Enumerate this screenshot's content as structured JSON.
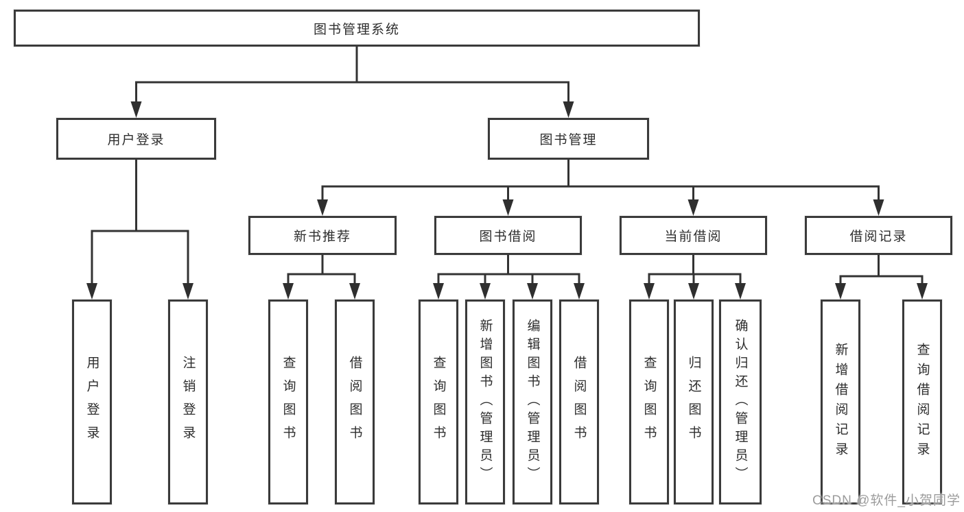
{
  "diagram": {
    "root": {
      "label": "图书管理系统"
    },
    "user_login": {
      "label": "用户登录",
      "children": [
        "用户登录",
        "注销登录"
      ]
    },
    "book_mgmt": {
      "label": "图书管理",
      "sections": {
        "new_book": {
          "label": "新书推荐",
          "children": [
            "查询图书",
            "借阅图书"
          ]
        },
        "borrow": {
          "label": "图书借阅",
          "children": [
            "查询图书",
            "新增图书（管理员）",
            "编辑图书（管理员）",
            "借阅图书"
          ]
        },
        "current": {
          "label": "当前借阅",
          "children": [
            "查询图书",
            "归还图书",
            "确认归还（管理员）"
          ]
        },
        "records": {
          "label": "借阅记录",
          "children": [
            "新增借阅记录",
            "查询借阅记录"
          ]
        }
      }
    }
  },
  "watermark": {
    "text": "CSDN @软件_小贺同学"
  },
  "colors": {
    "line": "#333333",
    "box_border": "#3a3a3a",
    "box_fill": "#ffffff",
    "text": "#2d2d2d",
    "watermark": "#9c9c9c",
    "background": "#ffffff"
  }
}
